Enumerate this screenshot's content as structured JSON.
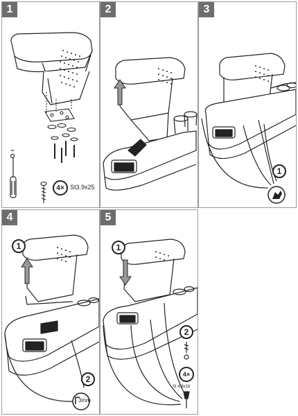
{
  "steps": [
    {
      "number": "1",
      "qty": "4×",
      "screw": "St3.9x25"
    },
    {
      "number": "2"
    },
    {
      "number": "3",
      "callout": "1"
    },
    {
      "number": "4",
      "callout_a": "1",
      "callout_b": "2",
      "drill": "3mm"
    },
    {
      "number": "5",
      "callout_a": "1",
      "callout_b": "2",
      "qty": "4×",
      "screw": "St 4,8x16"
    }
  ],
  "colors": {
    "badge": "#6d6d6d",
    "line": "#222222",
    "frame": "#9a9a9a"
  }
}
